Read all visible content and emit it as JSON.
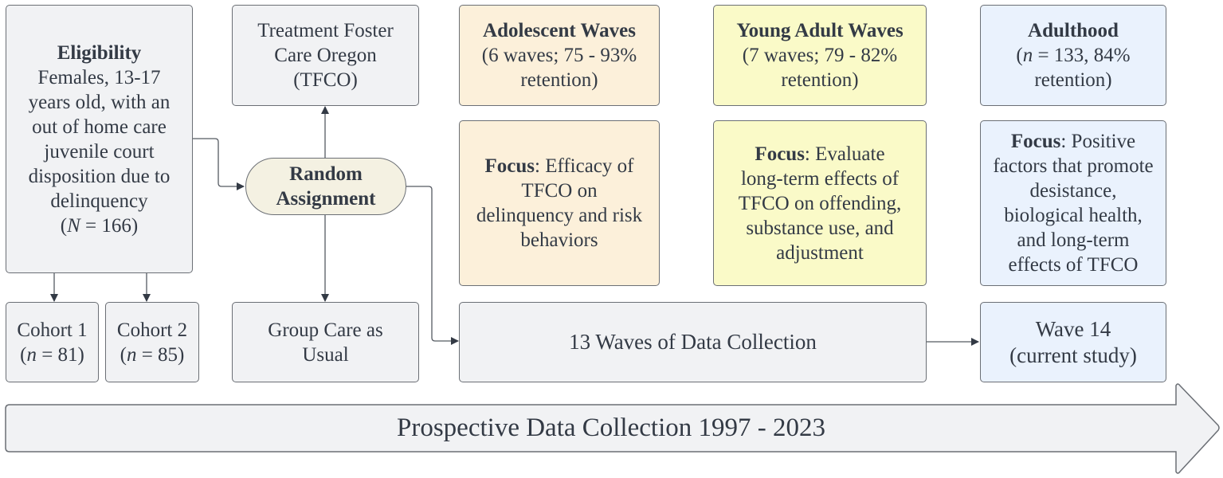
{
  "eligibility": {
    "title": "Eligibility",
    "lines": [
      "Females, 13-17",
      "years old, with an",
      "out of home care",
      "juvenile court",
      "disposition due to",
      "delinquency"
    ],
    "n_prefix": "(",
    "n_symbol": "N",
    "n_suffix": " = 166)"
  },
  "cohorts": [
    {
      "label": "Cohort 1",
      "n_prefix": "(",
      "n_symbol": "n",
      "n_suffix": " = 81)"
    },
    {
      "label": "Cohort 2",
      "n_prefix": "(",
      "n_symbol": "n",
      "n_suffix": " = 85)"
    }
  ],
  "tfco": {
    "lines": [
      "Treatment Foster",
      "Care Oregon",
      "(TFCO)"
    ]
  },
  "random_assignment": {
    "lines": [
      "Random",
      "Assignment"
    ]
  },
  "group_care": {
    "lines": [
      "Group Care as",
      "Usual"
    ]
  },
  "phases": [
    {
      "title": "Adolescent Waves",
      "detail_lines": [
        "(6 waves; 75 - 93%",
        "retention)"
      ],
      "focus_label": "Focus",
      "focus_lines": [
        ": Efficacy of",
        "TFCO on",
        "delinquency and risk",
        "behaviors"
      ],
      "color": "#fcf0da"
    },
    {
      "title": "Young Adult Waves",
      "detail_lines": [
        "(7 waves; 79 - 82%",
        "retention)"
      ],
      "focus_label": "Focus",
      "focus_lines": [
        ": Evaluate",
        "long-term effects of",
        "TFCO on offending,",
        "substance use,  and",
        "adjustment"
      ],
      "color": "#fafac8"
    },
    {
      "title": "Adulthood",
      "detail_n_prefix": "(",
      "detail_n_symbol": "n",
      "detail_n_suffix": " = 133, 84%",
      "detail_lines": [
        "retention)"
      ],
      "focus_label": "Focus",
      "focus_lines": [
        ": Positive",
        "factors that promote",
        "desistance,",
        "biological health,",
        "and long-term",
        "effects of TFCO"
      ],
      "color": "#eaf2fd"
    }
  ],
  "data_collection": {
    "label": "13 Waves of Data Collection"
  },
  "wave14": {
    "lines": [
      "Wave 14",
      "(current study)"
    ]
  },
  "timeline": {
    "label": "Prospective Data Collection 1997 - 2023"
  },
  "colors": {
    "grey_fill": "#f1f2f4",
    "border": "#6b6f75",
    "line": "#555a62",
    "arrowhead": "#333a45"
  }
}
